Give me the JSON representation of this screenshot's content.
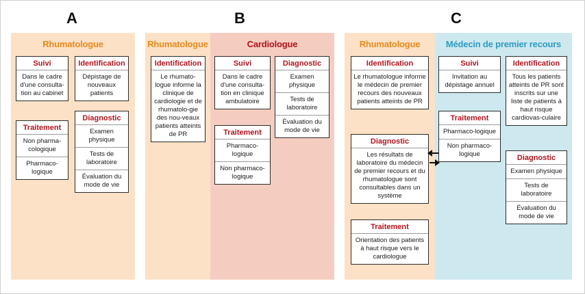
{
  "colors": {
    "peach": "#fce1c6",
    "salmon": "#f4cdc0",
    "lightblue": "#cde8ef",
    "rheum_title": "#e88a1a",
    "cardio_title": "#b5121b",
    "gp_title": "#2e9bc1",
    "box_title": "#b5121b"
  },
  "panels": {
    "A": {
      "letter": "A",
      "columns": {
        "rheum": {
          "title": "Rhumatologue",
          "suivi": {
            "title": "Suivi",
            "items": [
              "Dans le cadre d'une consulta-tion au cabinet"
            ]
          },
          "identification": {
            "title": "Identification",
            "items": [
              "Dépistage de nouveaux patients"
            ]
          },
          "traitement": {
            "title": "Traitement",
            "items": [
              "Non pharma-cologique",
              "Pharmaco-logique"
            ]
          },
          "diagnostic": {
            "title": "Diagnostic",
            "items": [
              "Examen physique",
              "Tests de laboratoire",
              "Évaluation du mode de vie"
            ]
          }
        }
      }
    },
    "B": {
      "letter": "B",
      "columns": {
        "rheum": {
          "title": "Rhumatologue",
          "identification": {
            "title": "Identification",
            "items": [
              "Le rhumato-logue informe la clinique de cardiologie et de rhumatolo-gie des nou-veaux patients atteints de PR"
            ]
          }
        },
        "cardio": {
          "title": "Cardiologue",
          "suivi": {
            "title": "Suivi",
            "items": [
              "Dans le cadre d'une consulta-tion en clinique ambulatoire"
            ]
          },
          "diagnostic": {
            "title": "Diagnostic",
            "items": [
              "Examen physique",
              "Tests de laboratoire",
              "Évaluation du mode de vie"
            ]
          },
          "traitement": {
            "title": "Traitement",
            "items": [
              "Pharmaco-logique",
              "Non pharmaco-logique"
            ]
          }
        }
      }
    },
    "C": {
      "letter": "C",
      "columns": {
        "rheum": {
          "title": "Rhumatologue",
          "identification": {
            "title": "Identification",
            "items": [
              "Le rhumatologue informe le médecin de premier recours des nouveaux patients atteints de PR"
            ]
          },
          "diagnostic": {
            "title": "Diagnostic",
            "items": [
              "Les résultats de laboratoire du médecin de premier recours et du rhumatologue sont consultables dans un système"
            ]
          },
          "traitement": {
            "title": "Traitement",
            "items": [
              "Orientation des patients à haut risque vers le cardiologue"
            ]
          }
        },
        "gp": {
          "title": "Médecin de premier recours",
          "suivi": {
            "title": "Suivi",
            "items": [
              "Invitation au dépistage annuel"
            ]
          },
          "identification": {
            "title": "Identification",
            "items": [
              "Tous les patients atteints de PR sont inscrits sur une liste de patients à haut risque cardiovas-culaire"
            ]
          },
          "traitement": {
            "title": "Traitement",
            "items": [
              "Pharmaco-logique",
              "Non pharmaco-logique"
            ]
          },
          "diagnostic": {
            "title": "Diagnostic",
            "items": [
              "Examen physique",
              "Tests de laboratoire",
              "Évaluation du mode de vie"
            ]
          }
        }
      }
    }
  }
}
